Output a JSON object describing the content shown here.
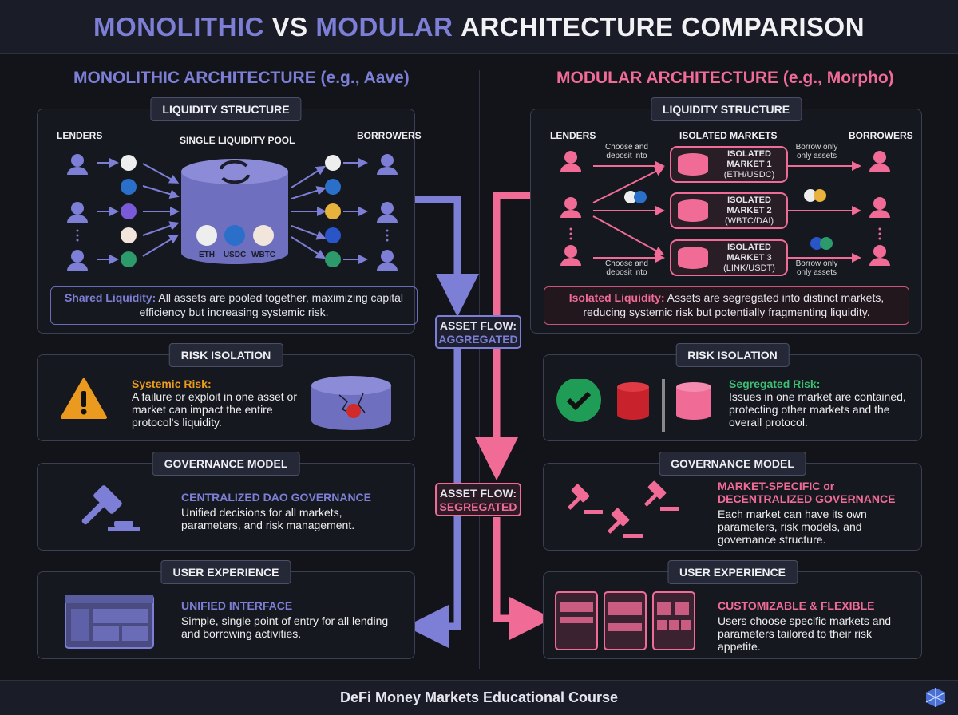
{
  "title": {
    "part1": "MONOLITHIC",
    "part2": "VS",
    "part3": "MODULAR",
    "part4": "ARCHITECTURE COMPARISON"
  },
  "left": {
    "heading": "MONOLITHIC ARCHITECTURE (e.g., Aave)",
    "liquidity": {
      "tag": "LIQUIDITY STRUCTURE",
      "lenders": "LENDERS",
      "pool": "SINGLE LIQUIDITY POOL",
      "borrowers": "BORROWERS",
      "assets": [
        "ETH",
        "USDC",
        "WBTC"
      ],
      "note_key": "Shared Liquidity:",
      "note_text": " All assets are pooled together, maximizing capital efficiency but increasing systemic risk."
    },
    "risk": {
      "tag": "RISK ISOLATION",
      "title": "Systemic Risk:",
      "text": "A failure or exploit in one asset or market can impact the entire protocol's liquidity."
    },
    "governance": {
      "tag": "GOVERNANCE MODEL",
      "title": "CENTRALIZED DAO GOVERNANCE",
      "text": "Unified decisions for all markets, parameters, and risk management."
    },
    "ux": {
      "tag": "USER EXPERIENCE",
      "title": "UNIFIED INTERFACE",
      "text": "Simple, single point of entry for all lending and borrowing activities."
    }
  },
  "right": {
    "heading": "MODULAR ARCHITECTURE (e.g., Morpho)",
    "liquidity": {
      "tag": "LIQUIDITY STRUCTURE",
      "lenders": "LENDERS",
      "markets": "ISOLATED MARKETS",
      "borrowers": "BORROWERS",
      "deposit_label": "Choose and deposit into",
      "borrow_label": "Borrow only only assets",
      "market_items": [
        {
          "name": "ISOLATED MARKET 1",
          "pair": "(ETH/USDC)"
        },
        {
          "name": "ISOLATED MARKET 2",
          "pair": "(WBTC/DAI)"
        },
        {
          "name": "ISOLATED MARKET 3",
          "pair": "(LINK/USDT)"
        }
      ],
      "note_key": "Isolated Liquidity:",
      "note_text": " Assets are segregated into distinct markets, reducing systemic risk but potentially fragmenting liquidity."
    },
    "risk": {
      "tag": "RISK ISOLATION",
      "title": "Segregated Risk:",
      "text": "Issues in one market are contained, protecting other markets and the overall protocol."
    },
    "governance": {
      "tag": "GOVERNANCE MODEL",
      "title": "MARKET-SPECIFIC or DECENTRALIZED GOVERNANCE",
      "text": "Each market can have its own parameters, risk models, and governance structure."
    },
    "ux": {
      "tag": "USER EXPERIENCE",
      "title": "CUSTOMIZABLE & FLEXIBLE",
      "text": "Users choose specific markets and parameters tailored to their risk appetite."
    }
  },
  "flows": {
    "aggregated_1": "ASSET FLOW:",
    "aggregated_2": "AGGREGATED",
    "segregated_1": "ASSET FLOW:",
    "segregated_2": "SEGREGATED"
  },
  "footer": "DeFi Money Markets Educational Course",
  "colors": {
    "monolithic": "#7d7fd6",
    "modular": "#f06b96",
    "background": "#121419"
  }
}
